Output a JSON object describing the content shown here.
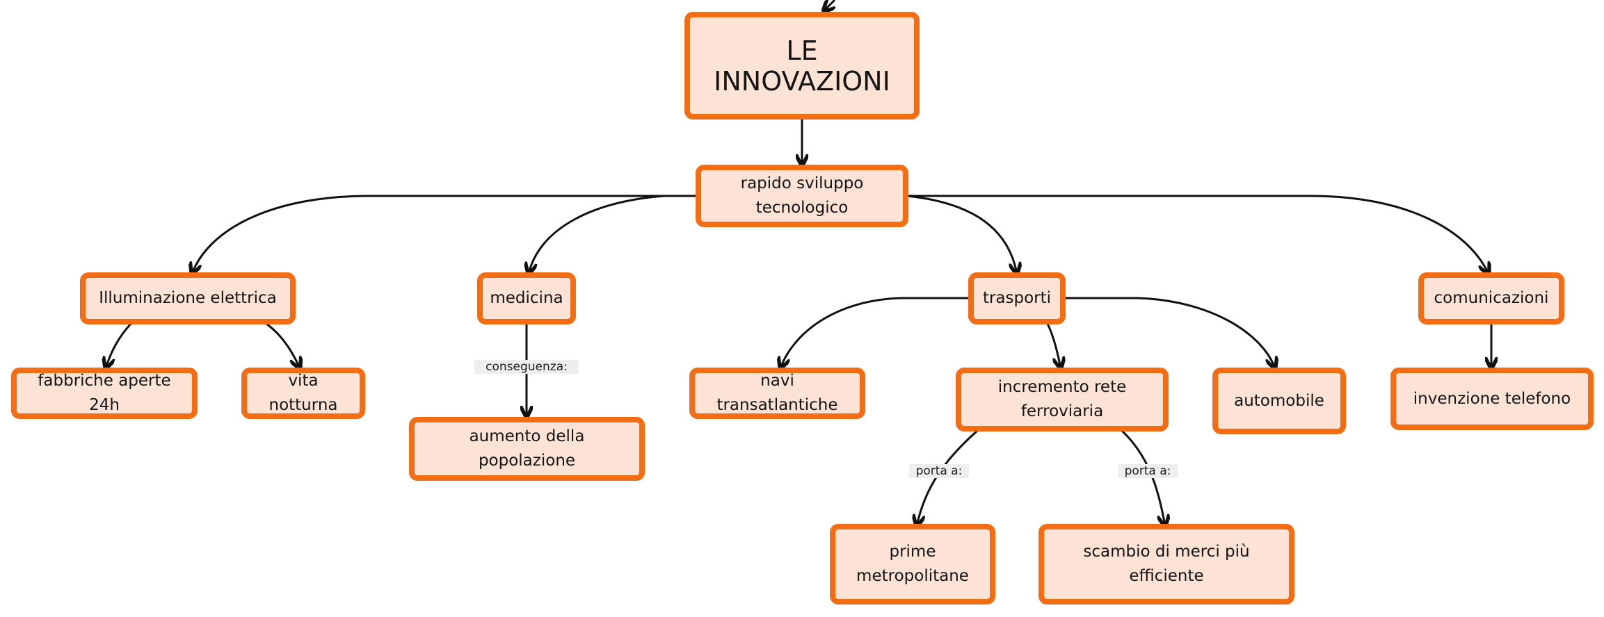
{
  "colors": {
    "node_fill": "#fde3d6",
    "node_border": "#f26d14",
    "line": "#111111",
    "label_bg": "#eeeeee"
  },
  "nodes": {
    "root": "LE INNOVAZIONI",
    "sviluppo": "rapido sviluppo\ntecnologico",
    "illuminazione": "Illuminazione elettrica",
    "medicina": "medicina",
    "trasporti": "trasporti",
    "comunicazioni": "comunicazioni",
    "fabbriche": "fabbriche aperte 24h",
    "vita": "vita notturna",
    "popolazione": "aumento della popolazione",
    "navi": "navi transatlantiche",
    "ferrovia": "incremento rete\nferroviaria",
    "automobile": "automobile",
    "telefono": "invenzione telefono",
    "metropolitane": "prime\nmetropolitane",
    "merci": "scambio di merci più efficiente"
  },
  "edge_labels": {
    "conseguenza": "conseguenza:",
    "porta_a_1": "porta a:",
    "porta_a_2": "porta a:"
  }
}
